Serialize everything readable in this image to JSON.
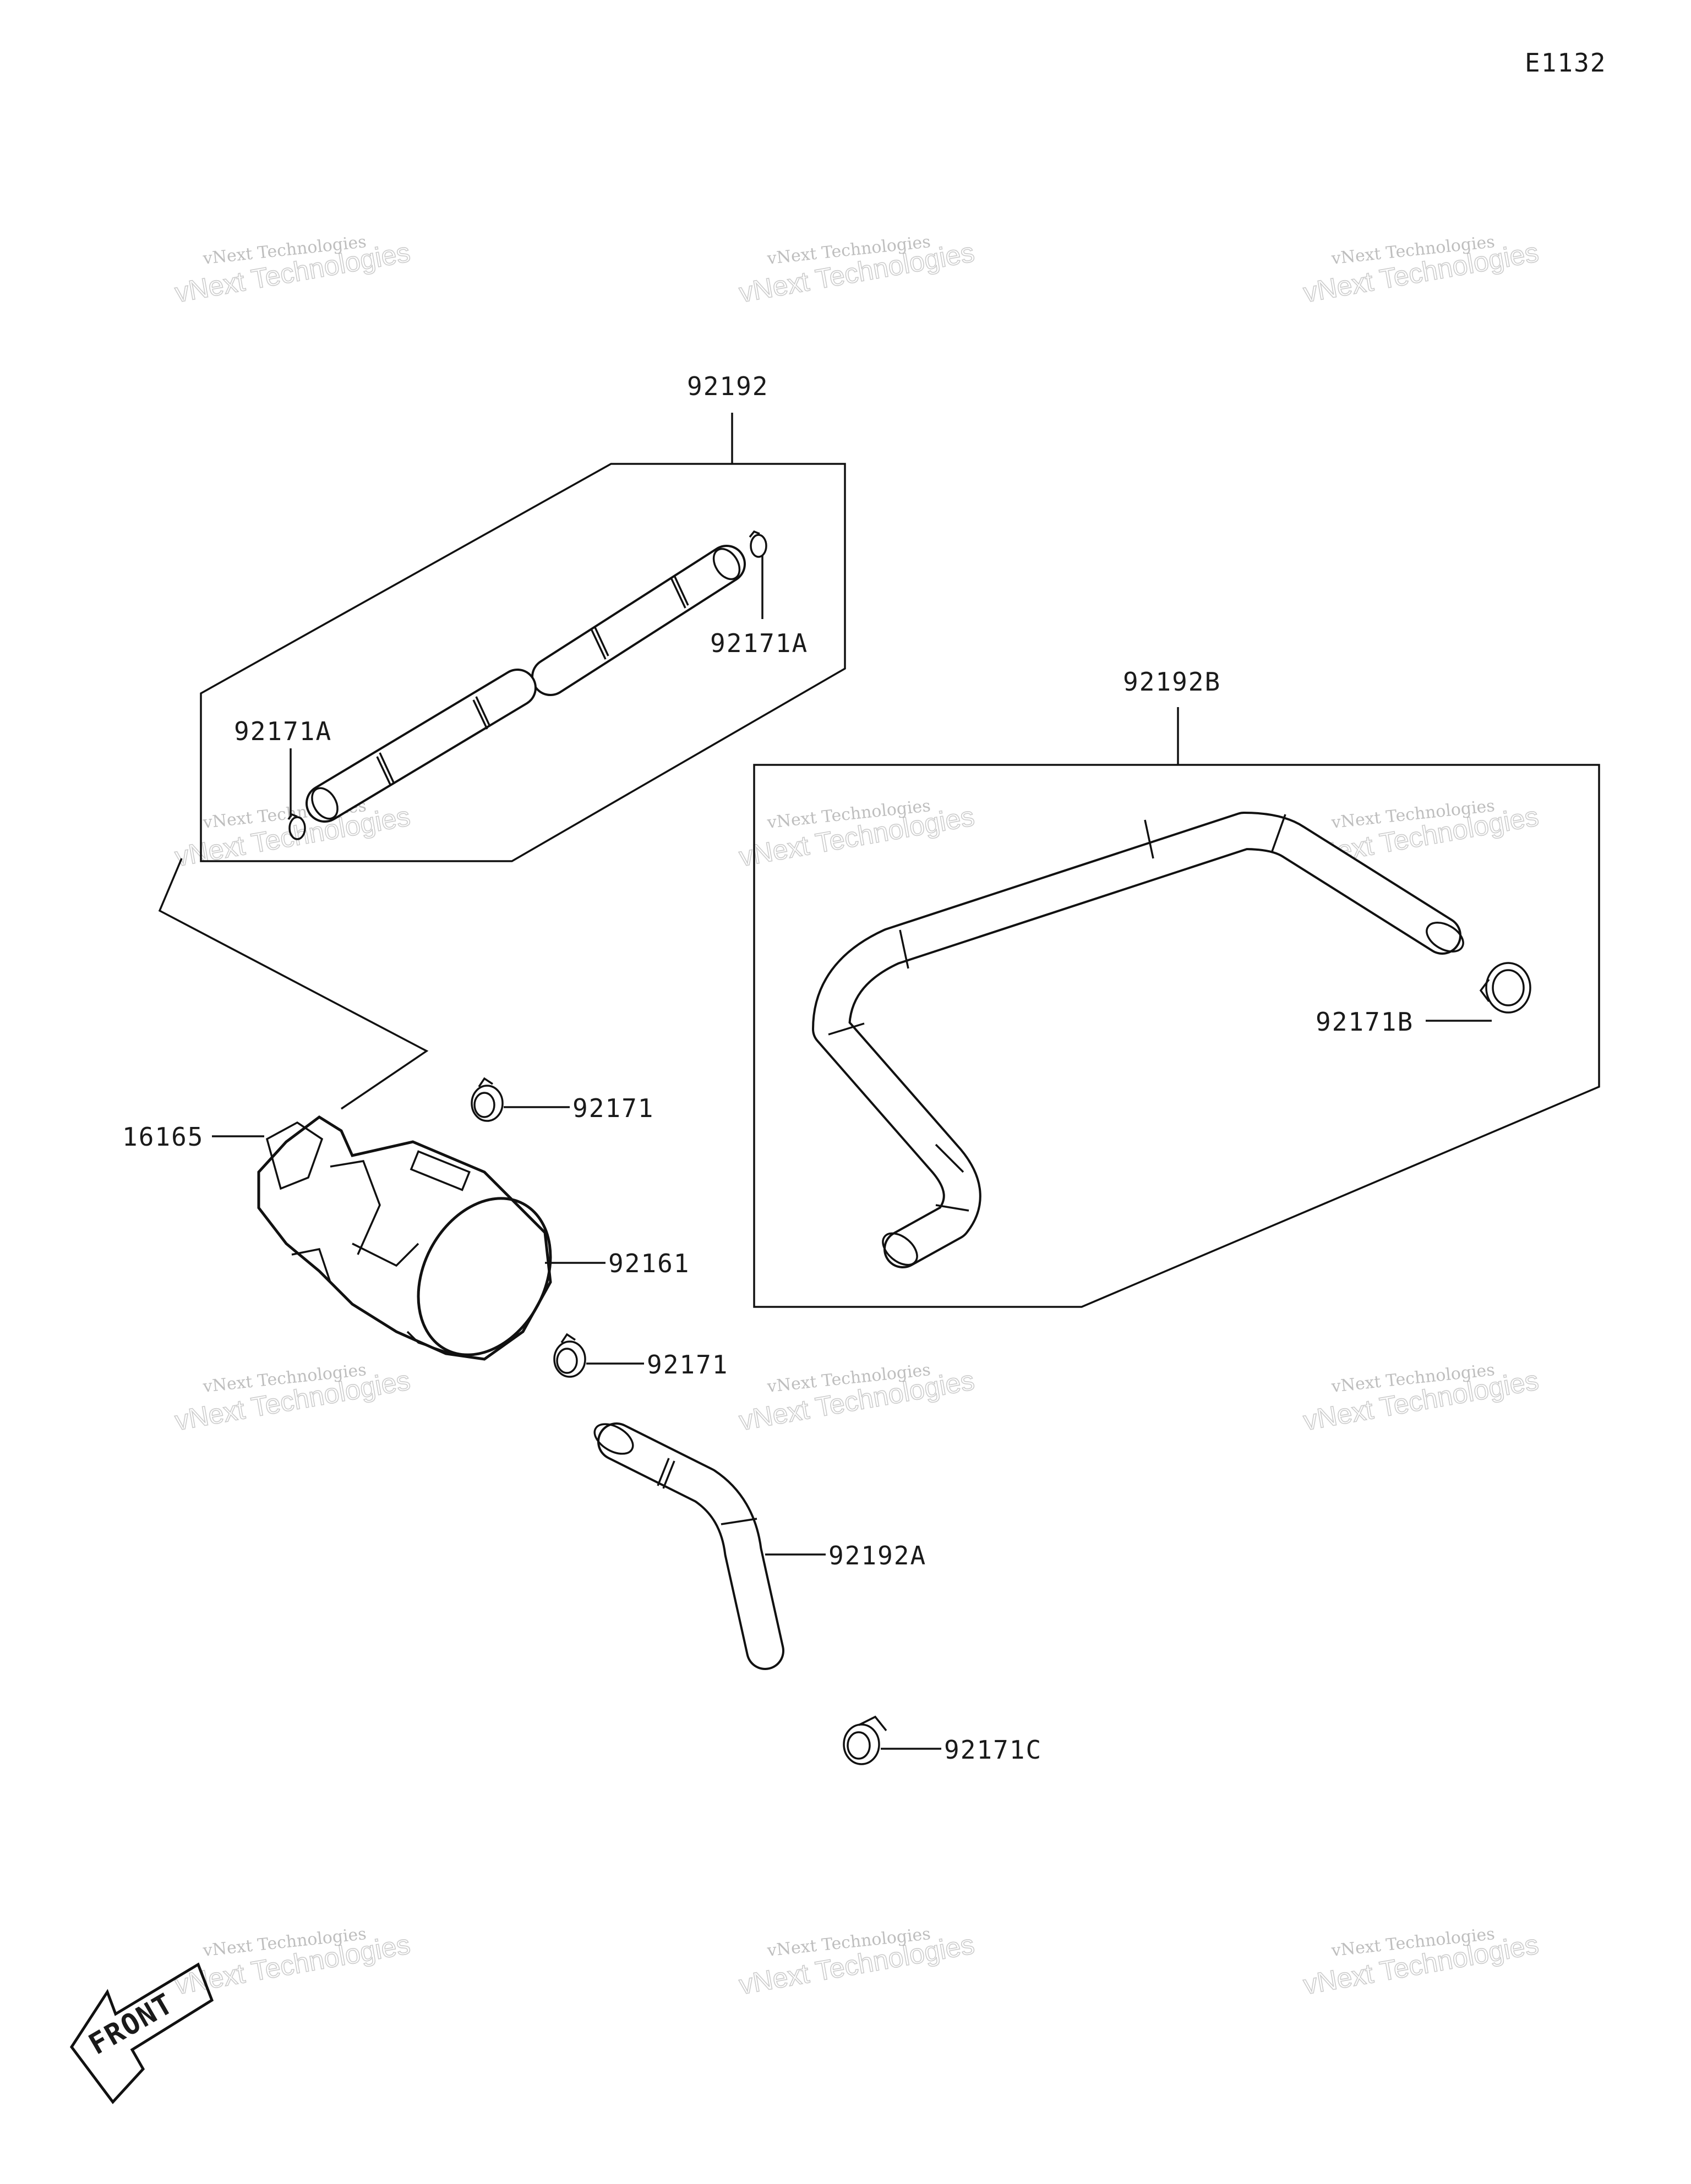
{
  "diagram_code": "E1132",
  "parts": {
    "p16165": "16165",
    "p92161": "92161",
    "p92171_upper": "92171",
    "p92171_lower": "92171",
    "p92171A_right": "92171A",
    "p92171A_left": "92171A",
    "p92171B": "92171B",
    "p92171C": "92171C",
    "p92192": "92192",
    "p92192A": "92192A",
    "p92192B": "92192B"
  },
  "front_label": "FRONT",
  "watermark": {
    "line1": "vNext Technologies",
    "line2": "vNext Technologies"
  }
}
